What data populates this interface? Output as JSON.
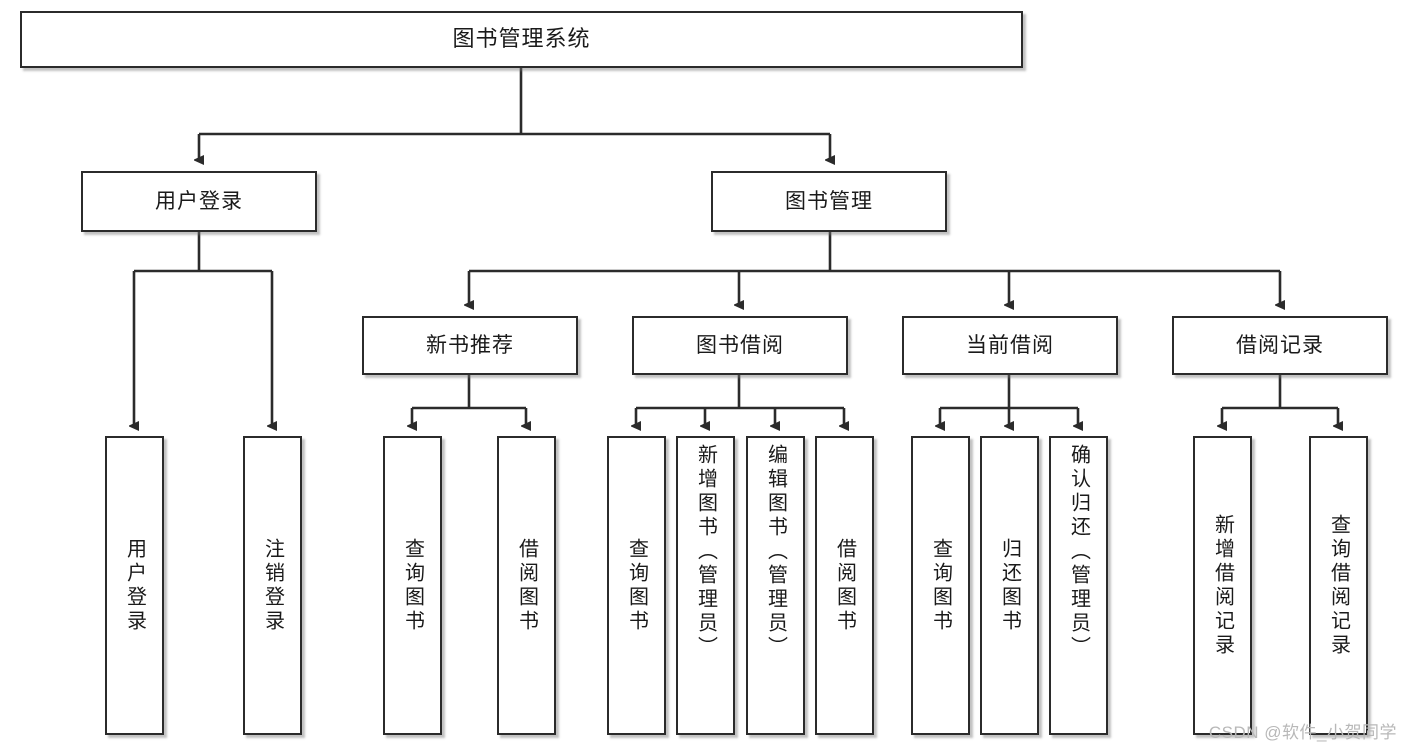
{
  "diagram": {
    "title": "图书管理系统",
    "type": "tree-hierarchy",
    "watermark": "CSDN @软件_小贺同学",
    "colors": {
      "box_border": "#2b2b2b",
      "box_fill": "#ffffff",
      "edge": "#2b2b2b",
      "text": "#1a1a1a",
      "watermark": "#b8b8b8",
      "background": "#ffffff"
    },
    "root": {
      "label": "图书管理系统"
    },
    "level2": [
      {
        "label": "用户登录"
      },
      {
        "label": "图书管理"
      }
    ],
    "level3": [
      {
        "label": "新书推荐"
      },
      {
        "label": "图书借阅"
      },
      {
        "label": "当前借阅"
      },
      {
        "label": "借阅记录"
      }
    ],
    "leaves": {
      "user_login": [
        {
          "label": "用户登录"
        },
        {
          "label": "注销登录"
        }
      ],
      "new_book_recommend": [
        {
          "label": "查询图书"
        },
        {
          "label": "借阅图书"
        }
      ],
      "book_borrow": [
        {
          "label": "查询图书"
        },
        {
          "label": "新增图书（管理员）"
        },
        {
          "label": "编辑图书（管理员）"
        },
        {
          "label": "借阅图书"
        }
      ],
      "current_borrow": [
        {
          "label": "查询图书"
        },
        {
          "label": "归还图书"
        },
        {
          "label": "确认归还（管理员）"
        }
      ],
      "borrow_record": [
        {
          "label": "新增借阅记录"
        },
        {
          "label": "查询借阅记录"
        }
      ]
    }
  }
}
